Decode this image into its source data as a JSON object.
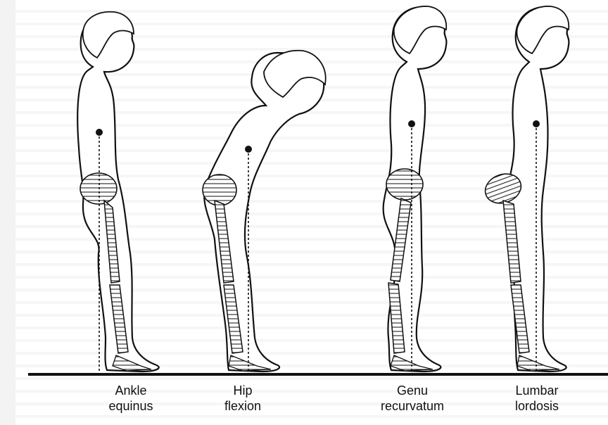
{
  "figures": [
    {
      "id": "ankle-equinus",
      "line1": "Ankle",
      "line2": "equinus"
    },
    {
      "id": "hip-flexion",
      "line1": "Hip",
      "line2": "flexion"
    },
    {
      "id": "genu-recurvatum",
      "line1": "Genu",
      "line2": "recurvatum"
    },
    {
      "id": "lumbar-lordosis",
      "line1": "Lumbar",
      "line2": "lordosis"
    }
  ]
}
